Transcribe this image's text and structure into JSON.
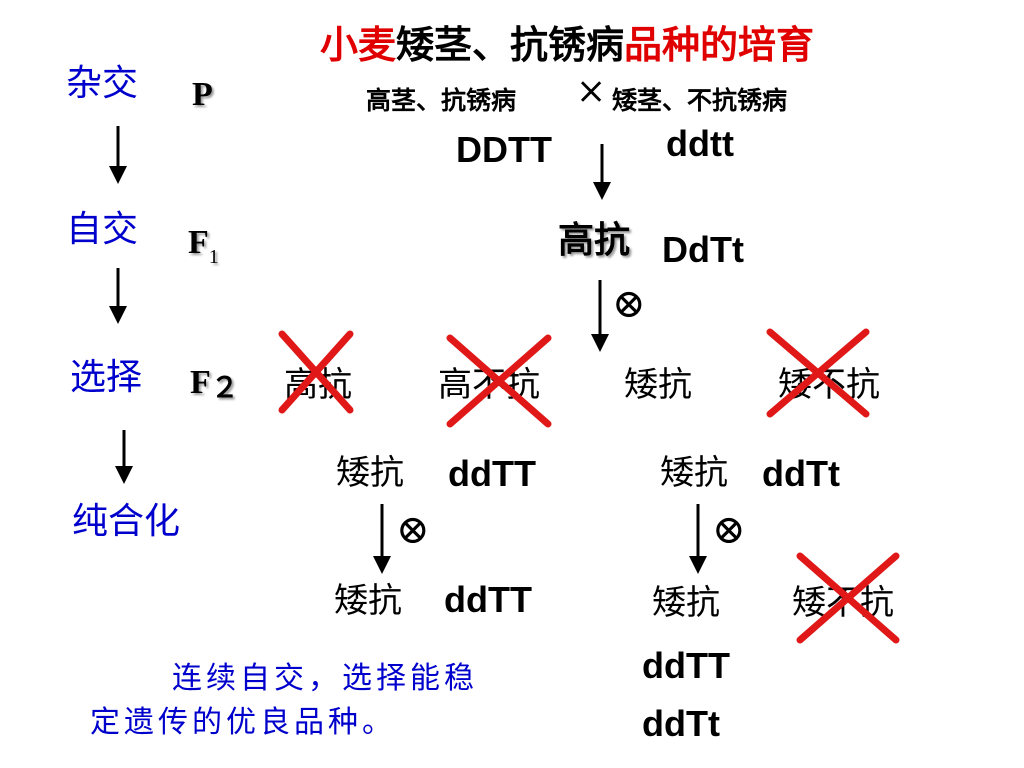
{
  "title": {
    "part1": "小麦",
    "part2": "矮茎、抗锈病",
    "part3": "品种的培育",
    "color_red": "#e00000",
    "color_black": "#000000"
  },
  "parents": {
    "left_phenotype": "高茎、抗锈病",
    "cross_symbol": "×",
    "right_phenotype": "矮茎、不抗锈病",
    "left_genotype": "DDTT",
    "right_genotype": "ddtt"
  },
  "steps": {
    "hybridize": "杂交",
    "self_cross": "自交",
    "select": "选择",
    "purify": "纯合化",
    "color": "#0000cc"
  },
  "generations": {
    "p": "P",
    "f1_base": "F",
    "f1_sub": "1",
    "f2_base": "F",
    "f2_sub": "２"
  },
  "f1": {
    "phenotype": "高抗",
    "genotype": "DdTt",
    "self_symbol": "⊗"
  },
  "f2": {
    "items": [
      "高抗",
      "高不抗",
      "矮抗",
      "矮不抗"
    ],
    "crossed_out": [
      true,
      true,
      false,
      true
    ]
  },
  "f3_left": {
    "parent_phenotype": "矮抗",
    "parent_genotype": "ddTT",
    "self_symbol": "⊗",
    "offspring_phenotype": "矮抗",
    "offspring_genotype": "ddTT"
  },
  "f3_right": {
    "parent_phenotype": "矮抗",
    "parent_genotype": "ddTt",
    "self_symbol": "⊗",
    "offspring": [
      "矮抗",
      "矮不抗"
    ],
    "offspring_genotypes": [
      "ddTT",
      "ddTt"
    ]
  },
  "conclusion": {
    "line1": "连续自交，选择能稳",
    "line2": "定遗传的优良品种。",
    "color": "#0000cc"
  },
  "marks": {
    "cross_out_color": "#e01818",
    "arrow_color": "#000000"
  }
}
